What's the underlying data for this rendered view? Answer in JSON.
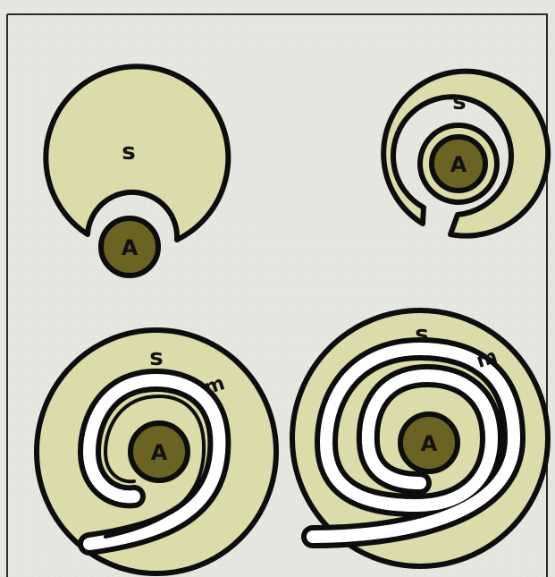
{
  "colors": {
    "paper": "#e6e6e1",
    "frame": "#2a2a2a",
    "body_fill": "#dcdcaa",
    "core_fill": "#6b6322",
    "outline": "#0d0d0d",
    "channel": "#ffffff"
  },
  "panels": [
    {
      "id": "panel-1",
      "labels": {
        "shell": "s",
        "core": "A"
      }
    },
    {
      "id": "panel-2",
      "labels": {
        "shell": "s",
        "core": "A"
      }
    },
    {
      "id": "panel-3",
      "labels": {
        "shell": "s",
        "channel": "m",
        "core": "A"
      }
    },
    {
      "id": "panel-4",
      "labels": {
        "shell": "s",
        "channel": "m",
        "core": "A"
      }
    }
  ]
}
